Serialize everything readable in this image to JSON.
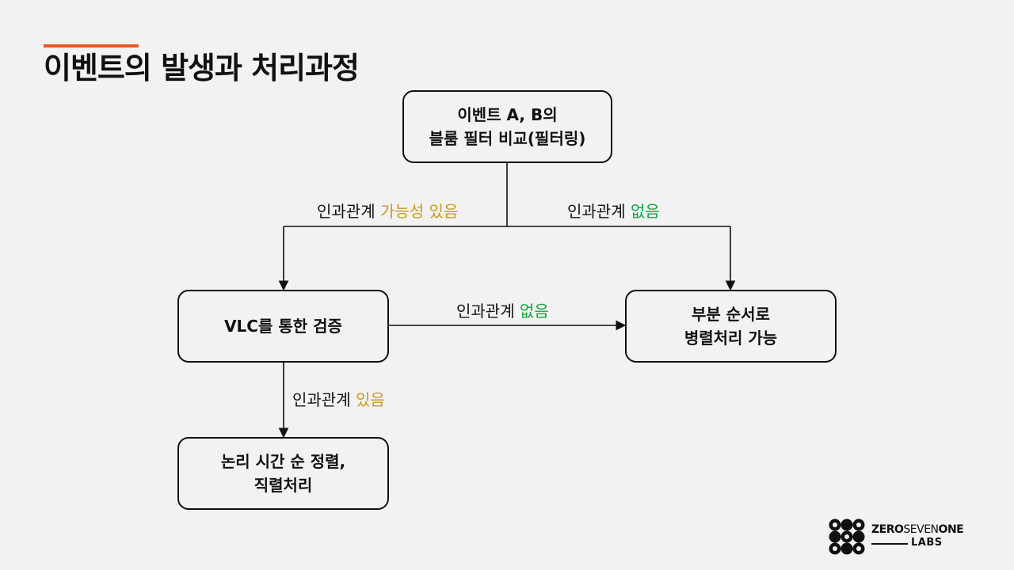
{
  "title": "이벤트의 발생과 처리과정",
  "colors": {
    "accent": "#ea5a1e",
    "possible": "#c99a1b",
    "none": "#13a63f"
  },
  "nodes": {
    "bloom": {
      "line1": "이벤트 A, B의",
      "line2": "블룸 필터 비교(필터링)"
    },
    "vlc": {
      "line1": "VLC를 통한 검증"
    },
    "partial": {
      "line1": "부분 순서로",
      "line2": "병렬처리 가능"
    },
    "logical": {
      "line1": "논리 시간 순 정렬,",
      "line2": "직렬처리"
    }
  },
  "edges": {
    "left_top": {
      "prefix": "인과관계",
      "highlight": "가능성 있음"
    },
    "right_top": {
      "prefix": "인과관계",
      "highlight": "없음"
    },
    "middle": {
      "prefix": "인과관계",
      "highlight": "없음"
    },
    "down": {
      "prefix": "인과관계",
      "highlight": "있음"
    }
  },
  "logo": {
    "brand_bold1": "ZERO",
    "brand_thin": "SEVEN",
    "brand_bold2": "ONE",
    "sub": "LABS"
  }
}
